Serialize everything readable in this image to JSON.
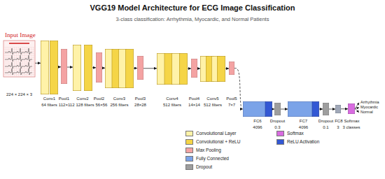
{
  "diagram": {
    "title": "VGG19 Model Architecture for ECG Image Classification",
    "caption": "3-class classification: Arrhythmia, Myocardic, and Normal Patients",
    "nodes": [
      {
        "text": [
          "Input Image",
          "224 × 224 × 3"
        ]
      },
      {
        "text": [
          "Conv1",
          "64 filters"
        ]
      },
      {
        "text": [
          "Pool1",
          "112×112"
        ]
      },
      {
        "text": [
          "Conv2",
          "128 filters"
        ]
      },
      {
        "text": [
          "Pool2",
          "56×56"
        ]
      },
      {
        "text": [
          "Conv3",
          "256 filters"
        ]
      },
      {
        "text": [
          "Pool3",
          "28×28"
        ]
      },
      {
        "text": [
          "Conv4",
          "512 filters"
        ]
      },
      {
        "text": [
          "Pool4",
          "14×14"
        ]
      },
      {
        "text": [
          "Conv5",
          "512 filters"
        ]
      },
      {
        "text": [
          "Pool5",
          "7×7"
        ]
      },
      {
        "text": [
          "FC6",
          "4096"
        ]
      },
      {
        "text": [
          "Dropout",
          "0.3"
        ]
      },
      {
        "text": [
          "FC7",
          "4096"
        ]
      },
      {
        "text": [
          "Dropout",
          "0.1"
        ]
      },
      {
        "text": [
          "FC8",
          "3"
        ]
      },
      {
        "text": [
          "Softmax",
          "3 classes"
        ]
      }
    ],
    "edges": [
      {
        "from": 0,
        "to": 1,
        "arrow": "to"
      },
      {
        "from": 1,
        "to": 2,
        "arrow": "to"
      },
      {
        "from": 2,
        "to": 3,
        "arrow": "to"
      },
      {
        "from": 3,
        "to": 4,
        "arrow": "to"
      },
      {
        "from": 4,
        "to": 5,
        "arrow": "to"
      },
      {
        "from": 5,
        "to": 6,
        "arrow": "to"
      },
      {
        "from": 6,
        "to": 7,
        "arrow": "to"
      },
      {
        "from": 7,
        "to": 8,
        "arrow": "to"
      },
      {
        "from": 8,
        "to": 9,
        "arrow": "to"
      },
      {
        "from": 9,
        "to": 10,
        "arrow": "to"
      },
      {
        "from": 10,
        "to": 11,
        "arrow": "to"
      },
      {
        "from": 11,
        "to": 12,
        "arrow": "to"
      },
      {
        "from": 12,
        "to": 13,
        "arrow": "to"
      },
      {
        "from": 13,
        "to": 14,
        "arrow": "to"
      },
      {
        "from": 14,
        "to": 15,
        "arrow": "to"
      },
      {
        "from": 15,
        "to": 16,
        "arrow": "to"
      }
    ],
    "labels": [
      "Arrhythmia",
      "Myocardic",
      "Normal"
    ],
    "legend": [
      {
        "text": "Convolutional Layer",
        "color": "#FFF2A8"
      },
      {
        "text": "Convolutional + ReLU",
        "color": "#F5D547"
      },
      {
        "text": "Max Pooling",
        "color": "#F4A3A3"
      },
      {
        "text": "Fully Connected",
        "color": "#7BA3E8"
      },
      {
        "text": "Dropout",
        "color": "#9E9E9E"
      },
      {
        "text": "Softmax",
        "color": "#D86BE0"
      },
      {
        "text": "ReLU Activation",
        "color": "#3358D4"
      }
    ]
  }
}
